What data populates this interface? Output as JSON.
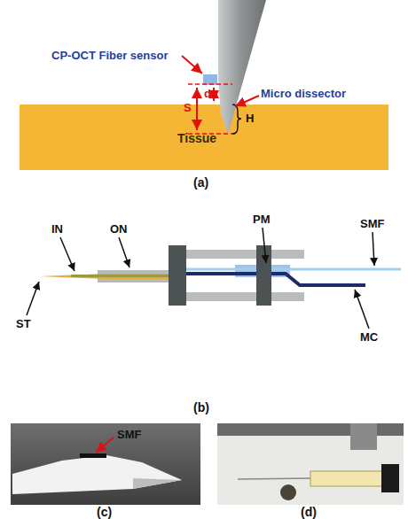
{
  "diagram": {
    "nodes": [
      {
        "text": [
          "Tissue"
        ]
      }
    ],
    "labels": [
      "CP-OCT Fiber sensor",
      "Micro dissector",
      "S",
      "d",
      "H",
      "(a)",
      "IN",
      "ON",
      "PM",
      "SMF",
      "ST",
      "MC",
      "(b)",
      "SMF",
      "(c)",
      "(d)"
    ]
  }
}
